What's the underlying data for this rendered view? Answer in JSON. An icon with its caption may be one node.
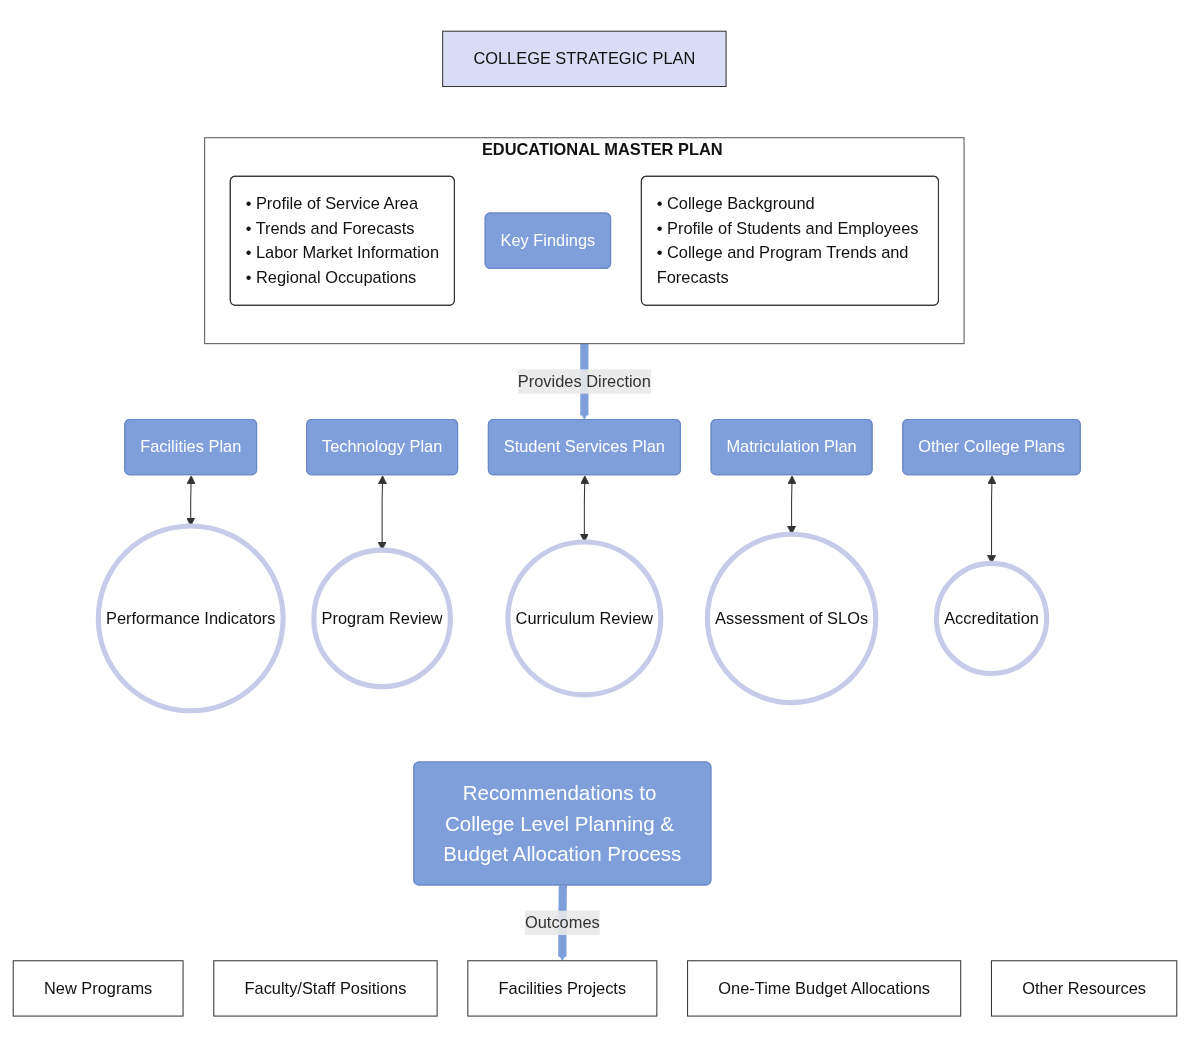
{
  "diagram": {
    "nodes": [
      {
        "text": [
          "COLLEGE STRATEGIC PLAN"
        ]
      },
      {
        "text": [
          "EDUCATIONAL MASTER PLAN"
        ]
      },
      {
        "text": [
          "• Profile of Service Area",
          "• Trends and Forecasts",
          "• Labor Market Information",
          "• Regional Occupations"
        ],
        "in": 1
      },
      {
        "text": [
          "Key Findings"
        ],
        "in": 1
      },
      {
        "text": [
          "• College Background",
          "• Profile of Students and Employees",
          "• College and Program Trends and Forecasts"
        ],
        "in": 1
      },
      {
        "text": [
          "Facilities Plan"
        ]
      },
      {
        "text": [
          "Technology Plan"
        ]
      },
      {
        "text": [
          "Student Services Plan"
        ]
      },
      {
        "text": [
          "Matriculation Plan"
        ]
      },
      {
        "text": [
          "Other College Plans"
        ]
      },
      {
        "text": [
          "Performance Indicators"
        ]
      },
      {
        "text": [
          "Program Review"
        ]
      },
      {
        "text": [
          "Curriculum Review"
        ]
      },
      {
        "text": [
          "Assessment of SLOs"
        ]
      },
      {
        "text": [
          "Accreditation"
        ]
      },
      {
        "text": [
          "Recommendations to College Level Planning & Budget Allocation Process"
        ]
      },
      {
        "text": [
          "New Programs"
        ]
      },
      {
        "text": [
          "Faculty/Staff Positions"
        ]
      },
      {
        "text": [
          "Facilities Projects"
        ]
      },
      {
        "text": [
          "One-Time Budget Allocations"
        ]
      },
      {
        "text": [
          "Other Resources"
        ]
      }
    ],
    "edges": [
      {
        "from": 1,
        "to": 7,
        "arrow": "to",
        "label": "Provides Direction",
        "style": "thick",
        "color": "#7f9fdb"
      },
      {
        "from": 5,
        "to": 10,
        "arrow": "both"
      },
      {
        "from": 6,
        "to": 11,
        "arrow": "both"
      },
      {
        "from": 7,
        "to": 12,
        "arrow": "both"
      },
      {
        "from": 8,
        "to": 13,
        "arrow": "both"
      },
      {
        "from": 9,
        "to": 14,
        "arrow": "both"
      },
      {
        "from": 15,
        "to": 18,
        "arrow": "to",
        "label": "Outcomes",
        "style": "thick",
        "color": "#7f9fdb"
      }
    ]
  }
}
